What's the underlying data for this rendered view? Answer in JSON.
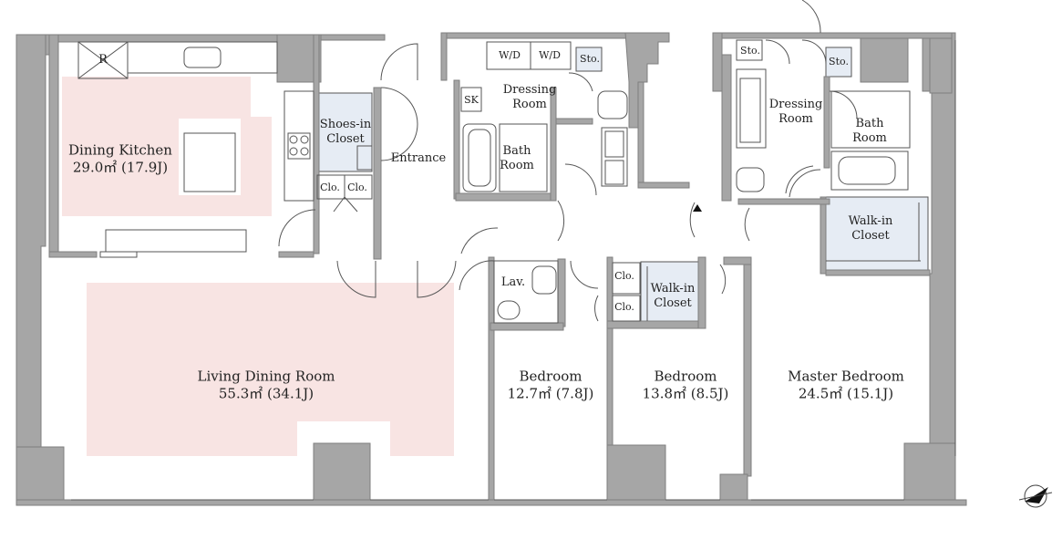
{
  "rooms": {
    "dining_kitchen": {
      "name": "Dining Kitchen",
      "area": "29.0㎡ (17.9J)"
    },
    "living_dining": {
      "name": "Living Dining Room",
      "area": "55.3㎡ (34.1J)"
    },
    "bedroom_1": {
      "name": "Bedroom",
      "area": "12.7㎡ (7.8J)"
    },
    "bedroom_2": {
      "name": "Bedroom",
      "area": "13.8㎡ (8.5J)"
    },
    "master_bedroom": {
      "name": "Master Bedroom",
      "area": "24.5㎡ (15.1J)"
    },
    "entrance": "Entrance",
    "shoes_closet": {
      "line1": "Shoes-in",
      "line2": "Closet"
    },
    "dressing_1": {
      "line1": "Dressing",
      "line2": "Room"
    },
    "bath_1": {
      "line1": "Bath",
      "line2": "Room"
    },
    "dressing_2": {
      "line1": "Dressing",
      "line2": "Room"
    },
    "bath_2": {
      "line1": "Bath",
      "line2": "Room"
    },
    "walkin_master": {
      "line1": "Walk-in",
      "line2": "Closet"
    },
    "walkin_bed2": {
      "line1": "Walk-in",
      "line2": "Closet"
    }
  },
  "fixtures": {
    "refrigerator": "R",
    "wd_1": "W/D",
    "wd_2": "W/D",
    "storage_1": "Sto.",
    "storage_2": "Sto.",
    "storage_3": "Sto.",
    "sink": "SK",
    "closet_1": "Clo.",
    "closet_2": "Clo.",
    "closet_3": "Clo.",
    "closet_4": "Clo.",
    "lavatory": "Lav."
  },
  "colors": {
    "wall": "#a6a6a6",
    "wall_edge": "#7f7f7f",
    "line": "#555555",
    "highlight": "#f8e4e3",
    "closet": "#e6ecf4"
  },
  "icons": {
    "entrance_marker": "triangle-marker-icon",
    "north": "compass-north-icon"
  }
}
